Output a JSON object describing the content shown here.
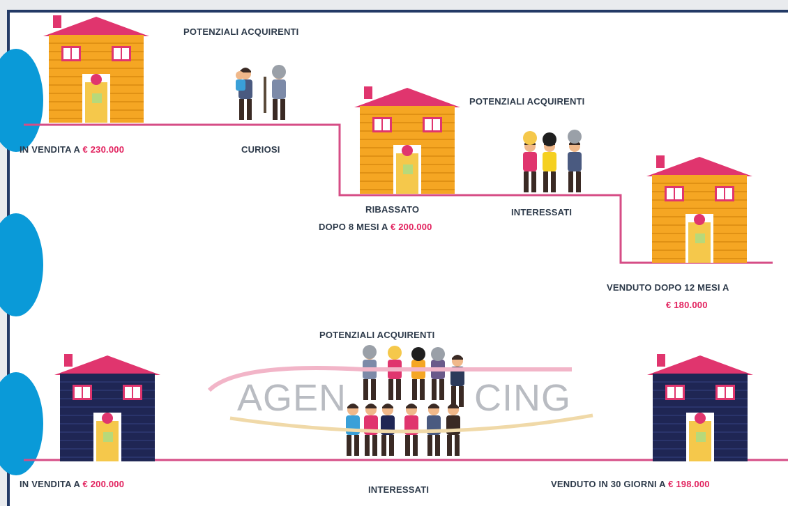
{
  "top": {
    "house1_label": "IN VENDITA A ",
    "house1_price": "€ 230.000",
    "buyers1_title": "POTENZIALI ACQUIRENTI",
    "buyers1_label": "CURIOSI",
    "house2_label_line1": "RIBASSATO",
    "house2_label_line2": "DOPO 8 MESI A ",
    "house2_price": "€ 200.000",
    "buyers2_title": "POTENZIALI ACQUIRENTI",
    "buyers2_label": "INTERESSATI",
    "house3_label_line1": "VENDUTO DOPO 12 MESI A",
    "house3_price": "€ 180.000"
  },
  "bottom": {
    "house1_label": "IN VENDITA A ",
    "house1_price": "€ 200.000",
    "buyers_title": "POTENZIALI ACQUIRENTI",
    "buyers_label": "INTERESSATI",
    "house2_label": "VENDUTO IN 30 GIORNI A ",
    "house2_price": "€ 198.000"
  },
  "watermark": {
    "left": "AGEN",
    "right": "CING"
  },
  "colors": {
    "accent_price": "#e2235f",
    "line": "#d64d86",
    "house_yellow": "#f5a623",
    "house_navy": "#1f2654",
    "roof_pink": "#e0356e",
    "roof_navy": "#2c3564",
    "circle_blue": "#0a9ad8",
    "frame_navy": "#233a66"
  }
}
